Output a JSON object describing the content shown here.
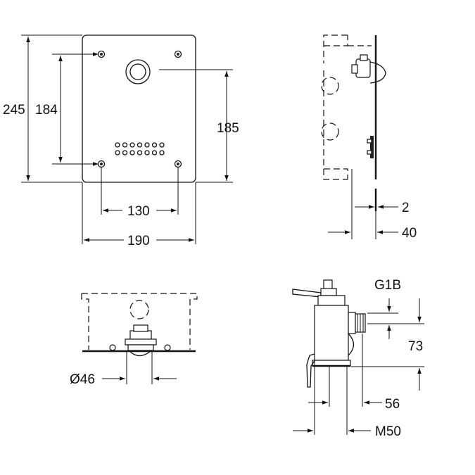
{
  "dimensions": {
    "front_height_total": "245",
    "front_hole_spacing_vertical": "184",
    "front_button_offset": "185",
    "front_hole_spacing_horizontal": "130",
    "front_width": "190",
    "side_panel_thickness": "2",
    "side_depth": "40",
    "bottom_diameter": "Ø46",
    "valve_thread": "G1B",
    "valve_height": "73",
    "valve_depth": "56",
    "valve_thread_outlet": "M50"
  }
}
